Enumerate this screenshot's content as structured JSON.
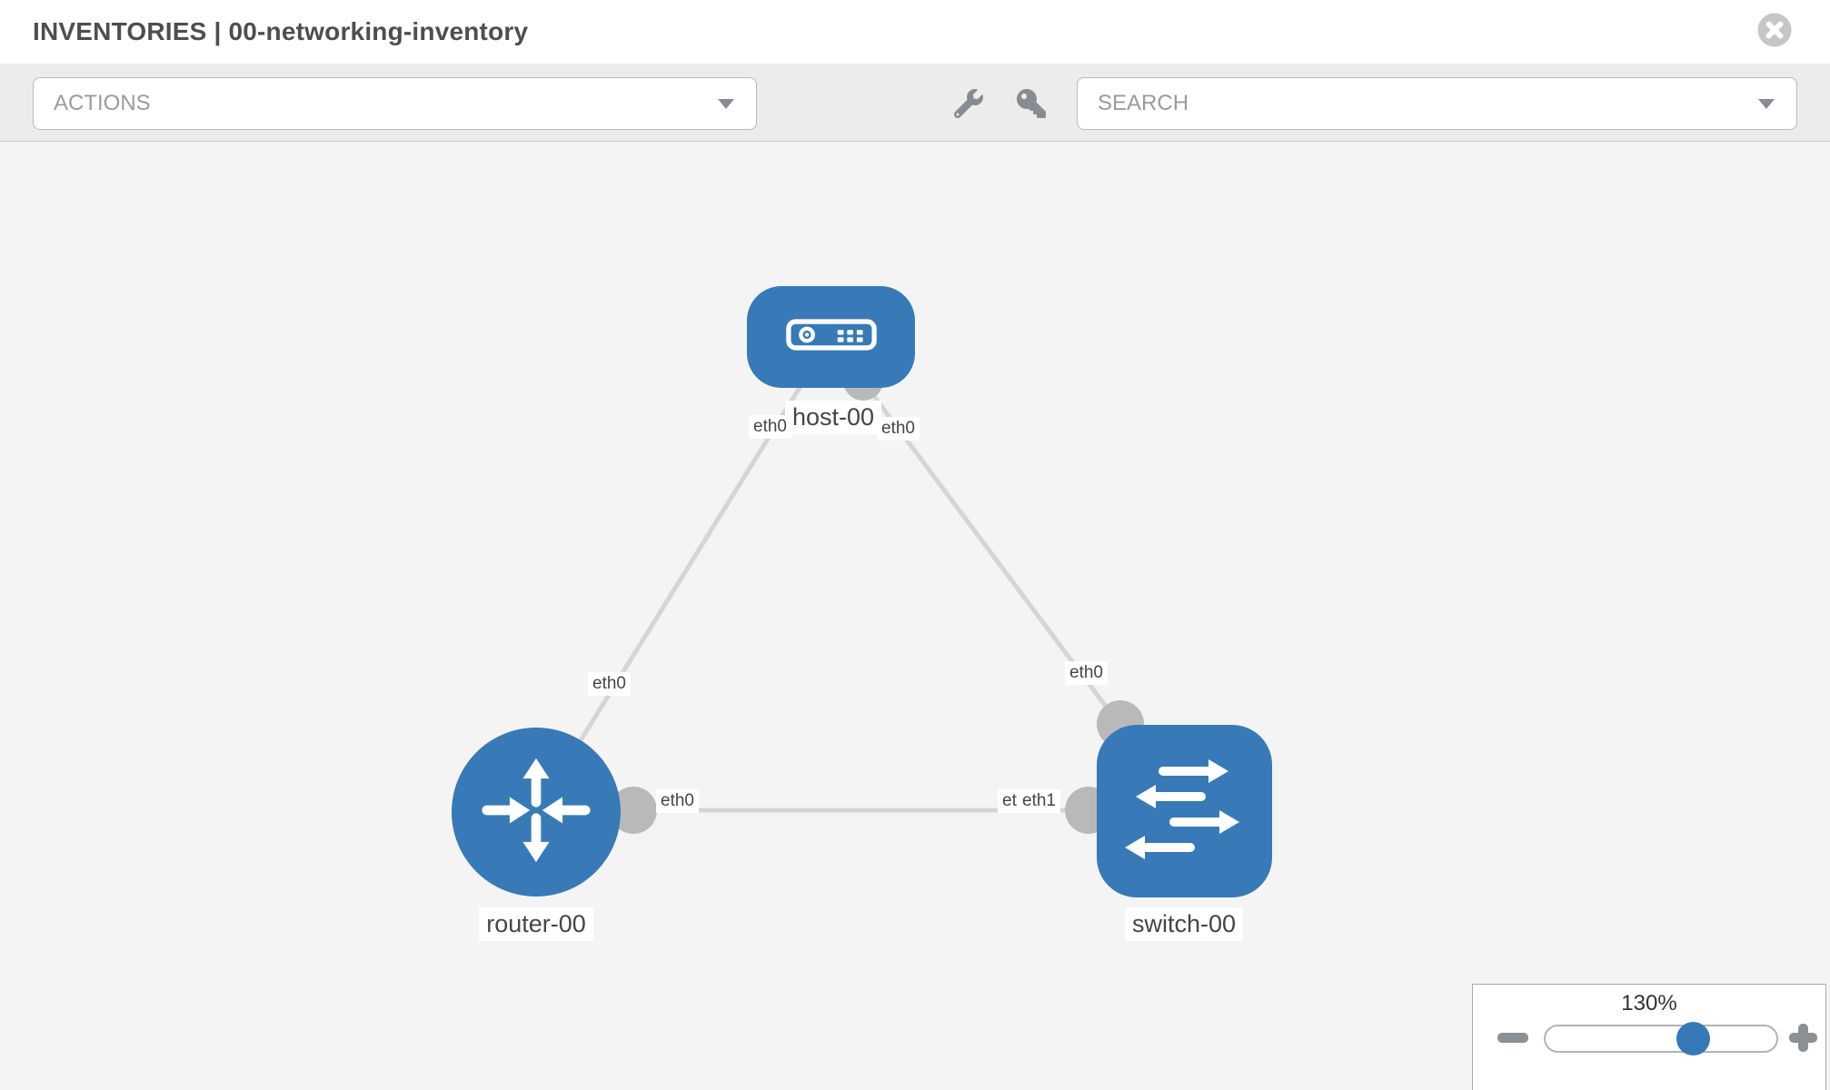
{
  "header": {
    "title": "INVENTORIES | 00-networking-inventory"
  },
  "toolbar": {
    "actions_label": "ACTIONS",
    "search_label": "SEARCH",
    "icon_names": [
      "wrench-icon",
      "key-icon"
    ]
  },
  "topology": {
    "nodes": [
      {
        "label": "host-00",
        "type": "host"
      },
      {
        "label": "router-00",
        "type": "router"
      },
      {
        "label": "switch-00",
        "type": "switch"
      }
    ],
    "links": [
      {
        "source": "host-00",
        "target": "router-00",
        "source_interface": "eth0",
        "target_interface": "eth0"
      },
      {
        "source": "host-00",
        "target": "switch-00",
        "source_interface": "eth0",
        "target_interface": "eth0"
      },
      {
        "source": "router-00",
        "target": "switch-00",
        "source_interface": "eth0",
        "target_interface": "eth1",
        "target_interface_hidden": "eth0"
      }
    ]
  },
  "zoom_control": {
    "level": "130%",
    "minus_icon": "minus-icon",
    "plus_icon": "plus-icon"
  },
  "colors": {
    "node_blue": "#377ab7",
    "accent_blue": "#3579b8",
    "link_gray": "#d5d5d5",
    "dot_gray": "#b9b9b9",
    "toolbar_gray": "#ececec",
    "canvas_gray": "#f4f4f4",
    "icon_gray": "#878c94"
  }
}
